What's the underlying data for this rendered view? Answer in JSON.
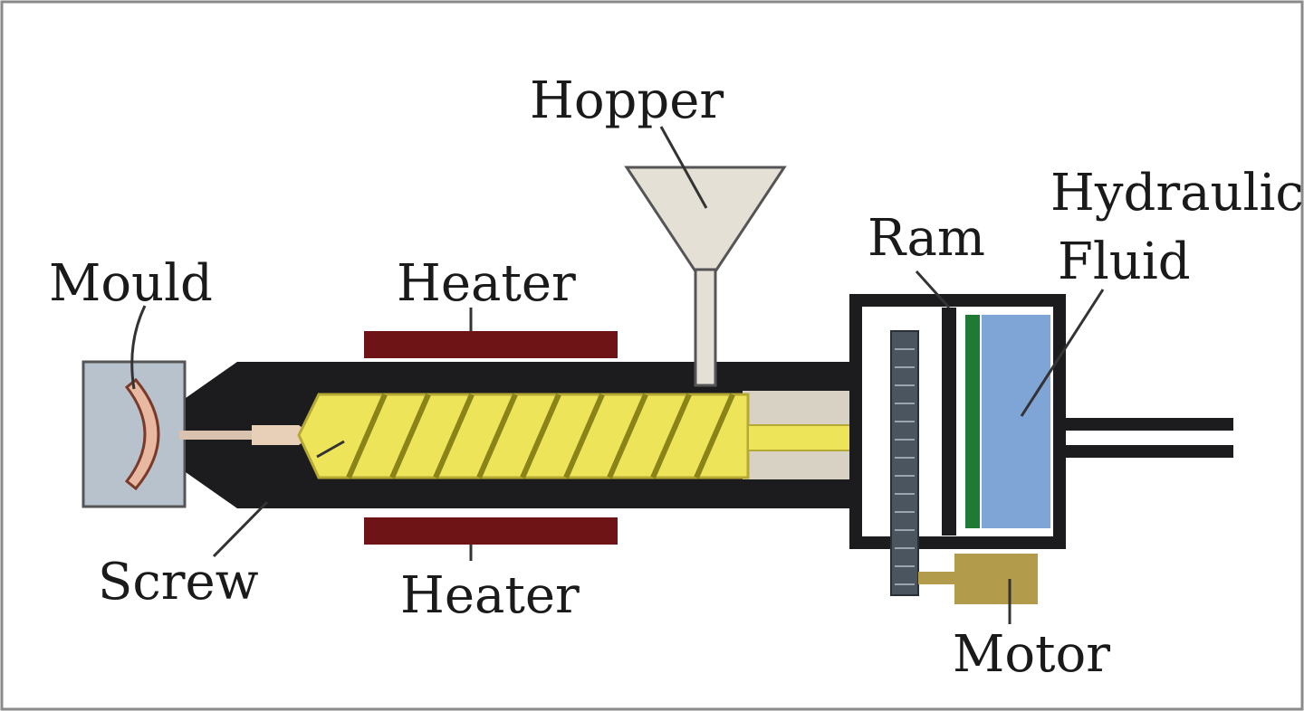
{
  "labels": {
    "hopper": "Hopper",
    "hydraulic_line1": "Hydraulic",
    "hydraulic_line2": "Fluid",
    "ram": "Ram",
    "mould": "Mould",
    "heater_top": "Heater",
    "heater_bottom": "Heater",
    "screw": "Screw",
    "motor": "Motor"
  },
  "colors": {
    "barrel": "#1c1c1e",
    "heater": "#6e1416",
    "screw": "#ede45a",
    "screw_flight": "#8a8318",
    "hopper": "#e4e0d6",
    "mould": "#b8c2cc",
    "mould_cavity": "#e8b8a0",
    "hydraulic_fluid": "#7fa4d6",
    "piston_face": "#1f7a35",
    "gear": "#4a5560",
    "motor": "#b39b4c",
    "frame": "#ffffff"
  }
}
